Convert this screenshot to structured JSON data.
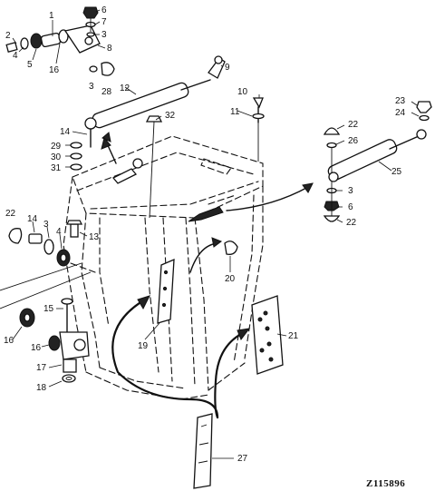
{
  "figure_id": "Z115896",
  "callouts": [
    {
      "id": "c1",
      "text": "1"
    },
    {
      "id": "c2",
      "text": "2"
    },
    {
      "id": "c4",
      "text": "4"
    },
    {
      "id": "c5",
      "text": "5"
    },
    {
      "id": "c16a",
      "text": "16"
    },
    {
      "id": "c6a",
      "text": "6"
    },
    {
      "id": "c7",
      "text": "7"
    },
    {
      "id": "c3a",
      "text": "3"
    },
    {
      "id": "c8",
      "text": "8"
    },
    {
      "id": "c9",
      "text": "9"
    },
    {
      "id": "c3b",
      "text": "3"
    },
    {
      "id": "c28",
      "text": "28"
    },
    {
      "id": "c12",
      "text": "12"
    },
    {
      "id": "c10",
      "text": "10"
    },
    {
      "id": "c11",
      "text": "11"
    },
    {
      "id": "c32",
      "text": "32"
    },
    {
      "id": "c14a",
      "text": "14"
    },
    {
      "id": "c29",
      "text": "29"
    },
    {
      "id": "c30",
      "text": "30"
    },
    {
      "id": "c31",
      "text": "31"
    },
    {
      "id": "c23",
      "text": "23"
    },
    {
      "id": "c24",
      "text": "24"
    },
    {
      "id": "c22a",
      "text": "22"
    },
    {
      "id": "c26",
      "text": "26"
    },
    {
      "id": "c25",
      "text": "25"
    },
    {
      "id": "c3c",
      "text": "3"
    },
    {
      "id": "c6b",
      "text": "6"
    },
    {
      "id": "c22b",
      "text": "22"
    },
    {
      "id": "c22c",
      "text": "22"
    },
    {
      "id": "c14b",
      "text": "14"
    },
    {
      "id": "c3d",
      "text": "3"
    },
    {
      "id": "c4b",
      "text": "4"
    },
    {
      "id": "c13",
      "text": "13"
    },
    {
      "id": "c20",
      "text": "20"
    },
    {
      "id": "c15",
      "text": "15"
    },
    {
      "id": "c16b",
      "text": "16"
    },
    {
      "id": "c16c",
      "text": "16"
    },
    {
      "id": "c17",
      "text": "17"
    },
    {
      "id": "c18",
      "text": "18"
    },
    {
      "id": "c19",
      "text": "19"
    },
    {
      "id": "c21",
      "text": "21"
    },
    {
      "id": "c27",
      "text": "27"
    }
  ]
}
